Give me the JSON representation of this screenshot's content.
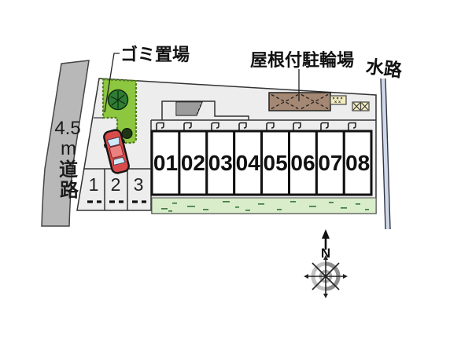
{
  "site_plan": {
    "labels": {
      "garbage": "ゴミ置場",
      "bicycle_shed": "屋根付駐輪場",
      "waterway": "水路",
      "north": "N"
    },
    "road": {
      "width_label_lines": [
        "4.5",
        "m",
        "道",
        "路"
      ]
    },
    "parking_stalls": [
      "01",
      "02",
      "03",
      "04",
      "05",
      "06",
      "07",
      "08"
    ],
    "side_spaces": [
      "1",
      "2",
      "3"
    ],
    "colors": {
      "road_gray": "#b8b8b8",
      "plot_gray": "#ededed",
      "garbage_green": "#8dc63f",
      "grass_green": "#d9edcb",
      "shed_brown": "#a58873",
      "car_red": "#d94b4b",
      "water_blue": "#cdd9e8",
      "equipment_yellow": "#f2ecc0"
    }
  }
}
